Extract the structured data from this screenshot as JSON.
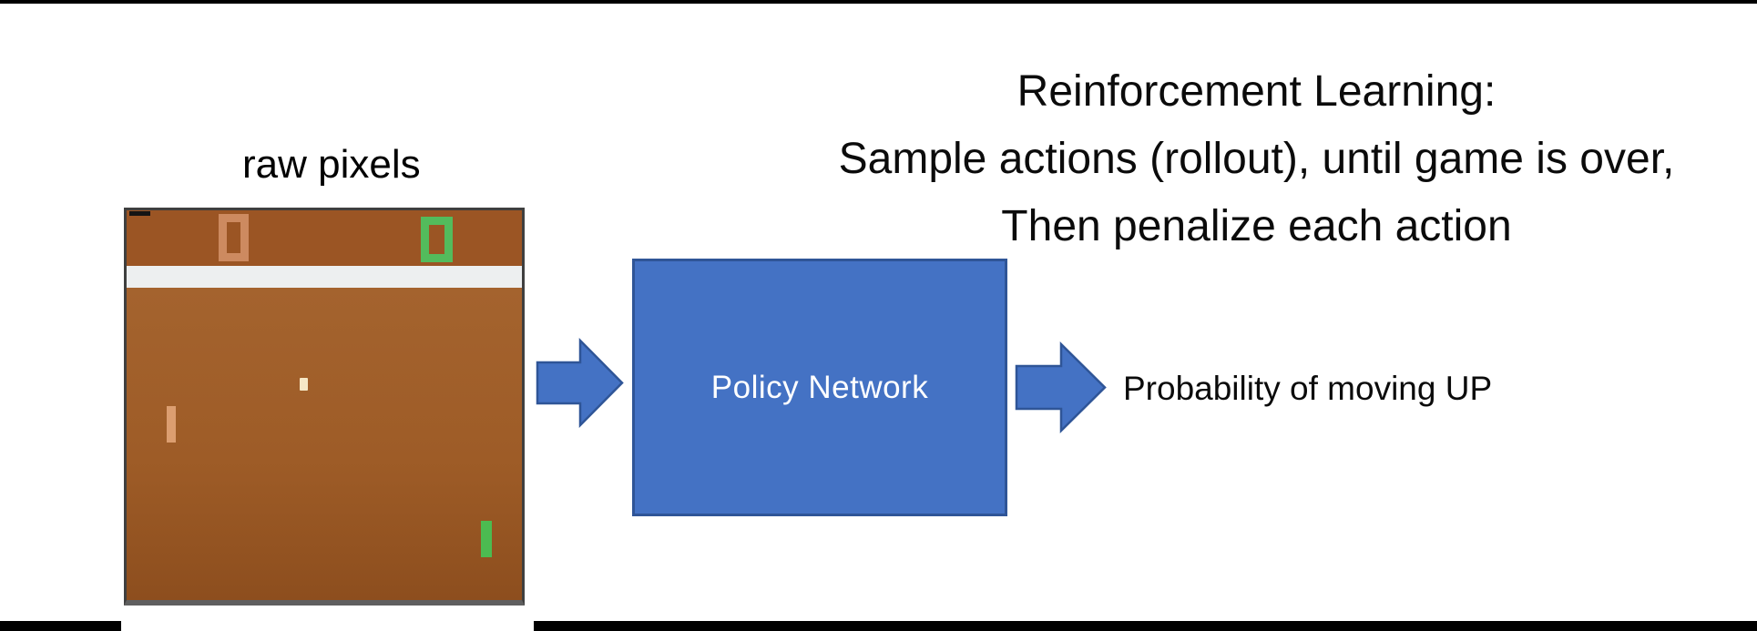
{
  "title": {
    "line1": "Reinforcement Learning:",
    "line2": "Sample actions (rollout), until game is over,",
    "line3": "Then penalize each action"
  },
  "pong": {
    "label": "raw pixels",
    "left_score": "0",
    "right_score": "0"
  },
  "diagram": {
    "box_label": "Policy Network",
    "output_label": "Probability of moving UP"
  },
  "colors": {
    "accent_blue": "#4472C4",
    "accent_blue_border": "#2F5597",
    "pong_score_area_brown": "#9b5524",
    "pong_play_area_brown": "#a0612d",
    "pong_white_band": "#edeff0",
    "score_left_orange": "#cd8a60",
    "score_right_green": "#53bb5c",
    "paddle_left_tan": "#dc9e70",
    "paddle_right_green": "#4cbb51",
    "ball_cream": "#f6e8c6",
    "edge_bar_black": "#000000"
  }
}
